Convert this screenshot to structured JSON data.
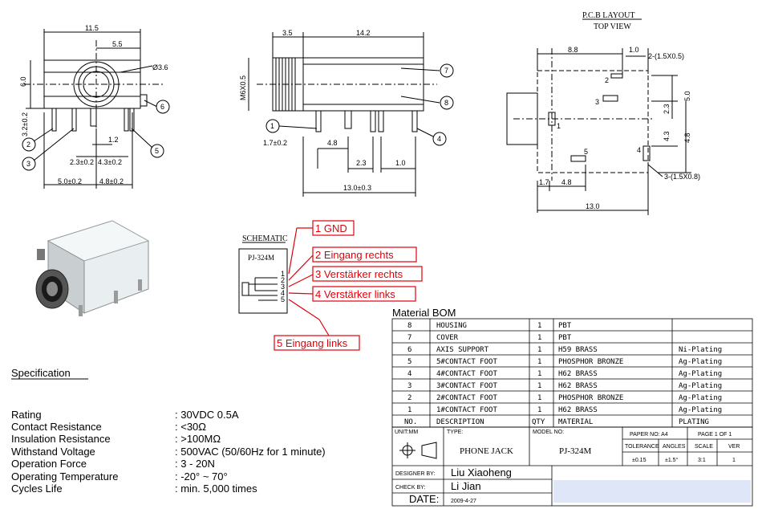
{
  "drawing": {
    "front": {
      "dims": [
        "11.5",
        "5.5",
        "6.0",
        "Ø3.6",
        "3.2±0.2",
        "1.2",
        "2.3±0.2",
        "4.3±0.2",
        "5.0±0.2",
        "4.8±0.2"
      ],
      "callouts": [
        "2",
        "3",
        "5",
        "6"
      ]
    },
    "side": {
      "dims": [
        "3.5",
        "14.2",
        "M6X0.5",
        "1.7±0.2",
        "4.8",
        "2.3",
        "1.0",
        "13.0±0.3"
      ],
      "callouts": [
        "1",
        "4",
        "7",
        "8"
      ]
    },
    "pcb": {
      "title": "P.C.B LAYOUT",
      "subtitle": "TOP VIEW",
      "dims": [
        "8.8",
        "1.0",
        "2-(1.5X0.5)",
        "5.0",
        "2.3",
        "4.3",
        "4.8",
        "3-(1.5X0.8)",
        "1.7",
        "4.8",
        "13.0"
      ],
      "pins": [
        "1",
        "2",
        "3",
        "4",
        "5"
      ]
    },
    "schematic": {
      "title": "SCHEMATIC",
      "part": "PJ-324M",
      "pins": [
        "1",
        "2",
        "3",
        "4",
        "5"
      ]
    }
  },
  "annotations": [
    "1 GND",
    "2 Eingang rechts",
    "3 Verstärker rechts",
    "4 Verstärker links",
    "5 Eingang links"
  ],
  "specification": {
    "heading": "Specification",
    "rows": [
      {
        "label": "Rating",
        "value": ": 30VDC 0.5A"
      },
      {
        "label": "Contact Resistance",
        "value": ": <30Ω"
      },
      {
        "label": "Insulation Resistance",
        "value": ": >100MΩ"
      },
      {
        "label": "Withstand Voltage",
        "value": ": 500VAC (50/60Hz for 1 minute)"
      },
      {
        "label": "Operation Force",
        "value": ": 3 - 20N"
      },
      {
        "label": "Operating Temperature",
        "value": ": -20° ~ 70°"
      },
      {
        "label": "Cycles Life",
        "value": ": min. 5,000 times"
      }
    ]
  },
  "bom": {
    "title": "Material BOM",
    "header": [
      "NO.",
      "DESCRIPTION",
      "QTY",
      "MATERIAL",
      "PLATING"
    ],
    "rows": [
      [
        "8",
        "HOUSING",
        "1",
        "PBT",
        ""
      ],
      [
        "7",
        "COVER",
        "1",
        "PBT",
        ""
      ],
      [
        "6",
        "AXIS SUPPORT",
        "1",
        "H59 BRASS",
        "Ni-Plating"
      ],
      [
        "5",
        "5#CONTACT FOOT",
        "1",
        "PHOSPHOR BRONZE",
        "Ag-Plating"
      ],
      [
        "4",
        "4#CONTACT FOOT",
        "1",
        "H62 BRASS",
        "Ag-Plating"
      ],
      [
        "3",
        "3#CONTACT FOOT",
        "1",
        "H62 BRASS",
        "Ag-Plating"
      ],
      [
        "2",
        "2#CONTACT FOOT",
        "1",
        "PHOSPHOR BRONZE",
        "Ag-Plating"
      ],
      [
        "1",
        "1#CONTACT FOOT",
        "1",
        "H62 BRASS",
        "Ag-Plating"
      ]
    ]
  },
  "titleblock": {
    "unit_label": "UNIT:MM",
    "type_label": "TYPE:",
    "type_value": "PHONE JACK",
    "model_label": "MODEL NO:",
    "model_value": "PJ-324M",
    "paper_label": "PAPER NO: A4",
    "page_label": "PAGE 1 OF 1",
    "tolerance_label": "TOLERANCE",
    "tolerance_value": "±0.15",
    "angles_label": "ANGLES",
    "angles_value": "±1.5°",
    "scale_label": "SCALE",
    "scale_value": "3:1",
    "ver_label": "VER",
    "ver_value": "1",
    "designer_label": "DESIGNER BY:",
    "designer_value": "Liu Xiaoheng",
    "check_label": "CHECK BY:",
    "check_value": "Li Jian",
    "date_label": "DATE:",
    "date_value": "2009-4-27"
  },
  "colors": {
    "annotation": "#e0000a",
    "line": "#000000",
    "highlight": "#dfe6f7"
  }
}
